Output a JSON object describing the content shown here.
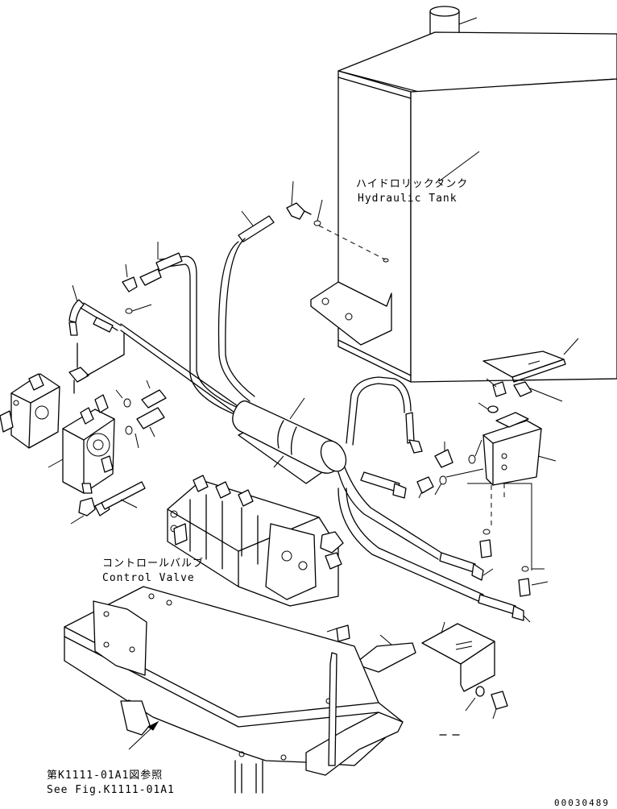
{
  "labels": {
    "hydraulic_tank_jp": "ハイドロリックタンク",
    "hydraulic_tank_en": "Hydraulic Tank",
    "control_valve_jp": "コントロールバルブ",
    "control_valve_en": "Control Valve",
    "see_fig_jp": "第K1111-01A1図参照",
    "see_fig_en": "See Fig.K1111-01A1",
    "drawing_number": "00030489"
  }
}
